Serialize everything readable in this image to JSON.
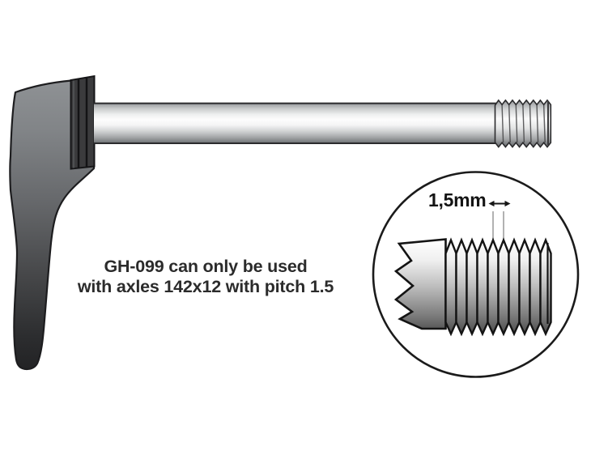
{
  "background_color": "#ffffff",
  "caption": {
    "line1": "GH-099 can only be used",
    "line2": "with axles 142x12 with pitch 1.5",
    "text_color": "#2b2b2b"
  },
  "detail_callout": {
    "measurement_label": "1,5mm",
    "arrow_icon": "left-right-arrow",
    "circle_stroke_color": "#1b1b1b"
  },
  "illustration": {
    "parts": [
      "quick-release-lever",
      "axle-head",
      "axle-shaft",
      "threaded-end",
      "thread-pitch-detail"
    ],
    "outline_color": "#1d1d1f",
    "lever_gradient_top": "#8f9295",
    "lever_gradient_bottom": "#222224",
    "shaft_highlight": "#ffffff",
    "shaft_shadow": "#64676a",
    "indicator_line_color": "#a9a9a9"
  }
}
